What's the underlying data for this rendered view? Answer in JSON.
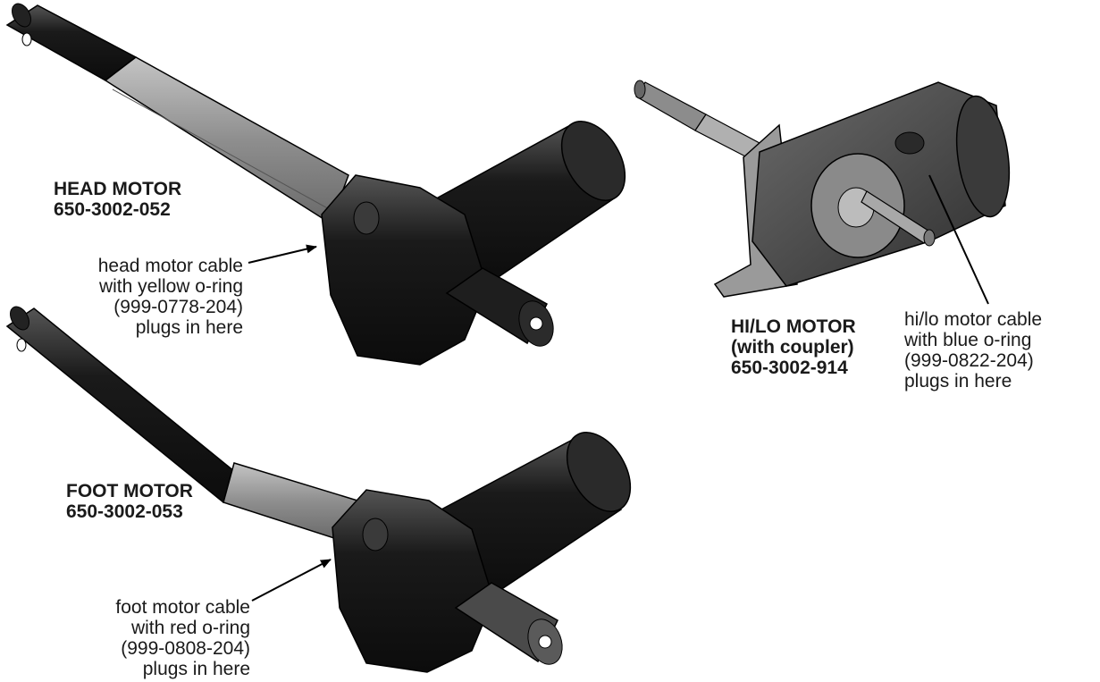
{
  "head_motor": {
    "title": "HEAD MOTOR",
    "part_number": "650-3002-052",
    "cable_note": [
      "head motor cable",
      "with yellow o-ring",
      "(999-0778-204)",
      "plugs in here"
    ]
  },
  "foot_motor": {
    "title": "FOOT MOTOR",
    "part_number": "650-3002-053",
    "cable_note": [
      "foot motor cable",
      "with red o-ring",
      "(999-0808-204)",
      "plugs in here"
    ]
  },
  "hilo_motor": {
    "title": "HI/LO MOTOR",
    "subtitle": "(with coupler)",
    "part_number": "650-3002-914",
    "cable_note": [
      "hi/lo motor cable",
      "with blue o-ring",
      "(999-0822-204)",
      "plugs in here"
    ]
  },
  "colors": {
    "motor_body": "#1c1c1c",
    "tube_gray": "#8a8a8a",
    "outline": "#000000"
  }
}
